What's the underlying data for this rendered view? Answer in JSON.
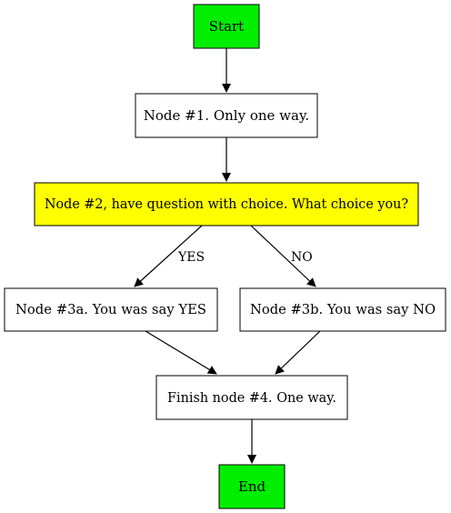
{
  "nodes": {
    "start": {
      "label": "Start",
      "fill": "#00ee00"
    },
    "node1": {
      "label": "Node #1. Only one way.",
      "fill": "#ffffff"
    },
    "node2": {
      "label": "Node #2, have question with choice. What choice you?",
      "fill": "#ffff00"
    },
    "node3a": {
      "label": "Node #3a. You was say YES",
      "fill": "#ffffff"
    },
    "node3b": {
      "label": "Node #3b. You was say NO",
      "fill": "#ffffff"
    },
    "node4": {
      "label": "Finish node #4. One way.",
      "fill": "#ffffff"
    },
    "end": {
      "label": "End",
      "fill": "#00ee00"
    }
  },
  "edges": {
    "yes_label": "YES",
    "no_label": "NO"
  }
}
